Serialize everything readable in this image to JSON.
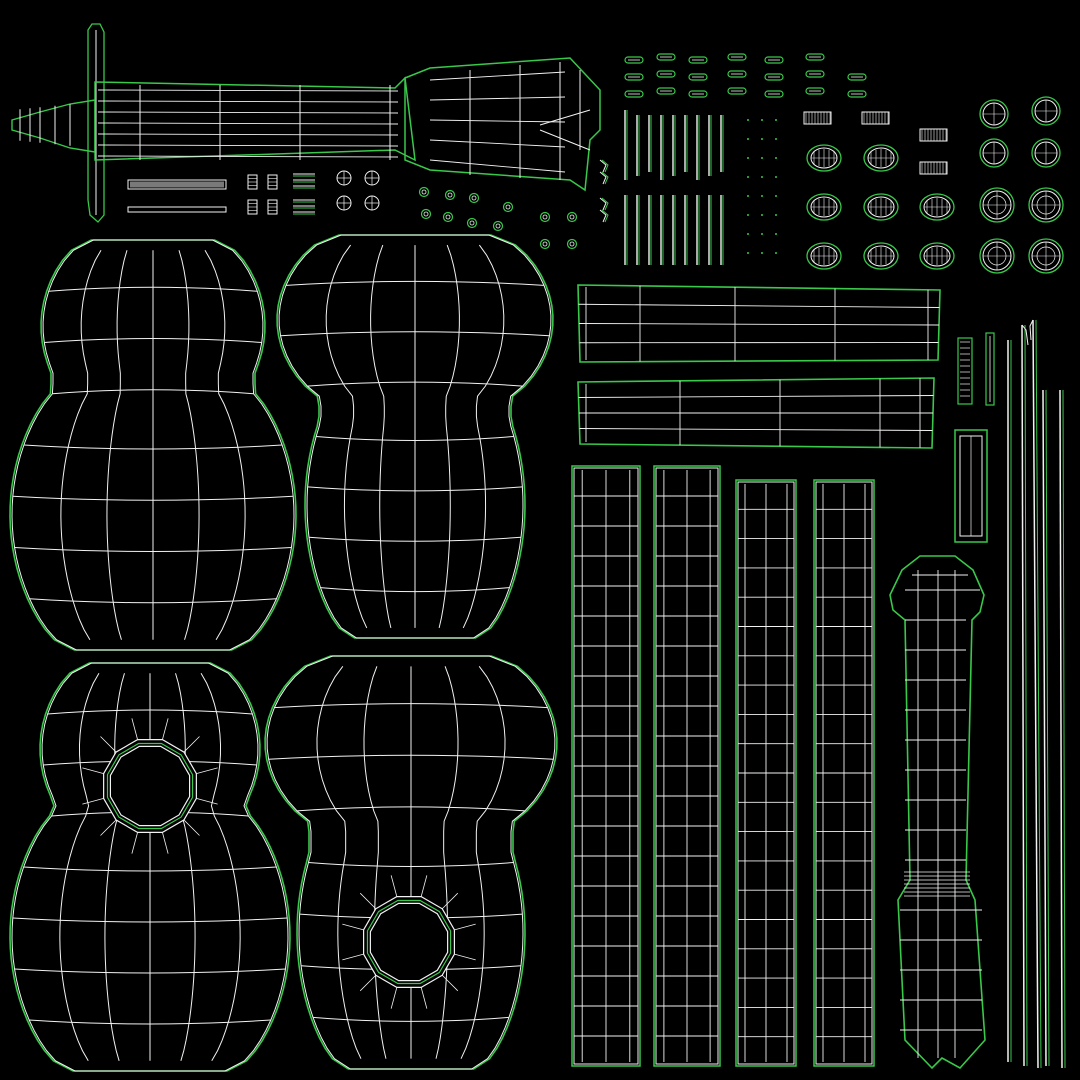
{
  "background_color": "#000000",
  "wire_color": "#f2f2f2",
  "seam_color": "#39c84a",
  "shells": [
    {
      "id": "neck-headstock-side",
      "kind": "neck-profile"
    },
    {
      "id": "body-back-left",
      "kind": "body-back"
    },
    {
      "id": "body-back-center",
      "kind": "body-back"
    },
    {
      "id": "body-top-left",
      "kind": "body-top"
    },
    {
      "id": "body-top-center",
      "kind": "body-top"
    },
    {
      "id": "fretboard-top",
      "kind": "fretboard"
    },
    {
      "id": "fretboard-bottom",
      "kind": "fretboard"
    },
    {
      "id": "side-strip-1",
      "kind": "side-strip"
    },
    {
      "id": "side-strip-2",
      "kind": "side-strip"
    },
    {
      "id": "side-strip-3",
      "kind": "side-strip"
    },
    {
      "id": "side-strip-4",
      "kind": "side-strip"
    },
    {
      "id": "neck-back",
      "kind": "neck-back"
    },
    {
      "id": "strings",
      "kind": "string"
    },
    {
      "id": "tuning-pegs",
      "kind": "small-parts"
    },
    {
      "id": "frets",
      "kind": "small-parts"
    },
    {
      "id": "bridge",
      "kind": "small-parts"
    }
  ]
}
